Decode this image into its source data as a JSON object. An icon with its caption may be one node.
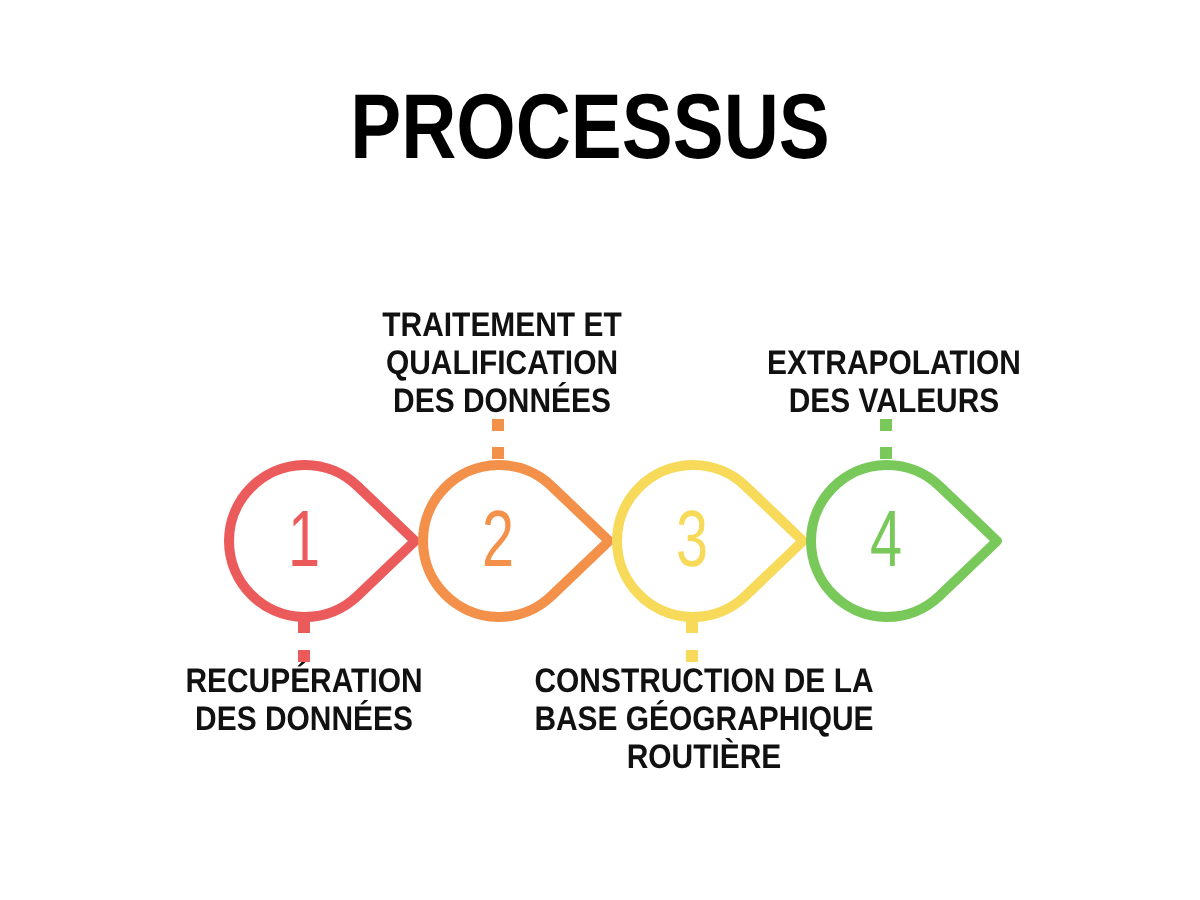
{
  "diagram": {
    "title": "PROCESSUS",
    "nodes": [
      {
        "text": [
          "1"
        ]
      },
      {
        "text": [
          "RECUPÉRATION DES DONNÉES"
        ]
      },
      {
        "text": [
          "2"
        ]
      },
      {
        "text": [
          "TRAITEMENT ET QUALIFICATION DES DONNÉES"
        ]
      },
      {
        "text": [
          "3"
        ]
      },
      {
        "text": [
          "CONSTRUCTION DE LA BASE GÉOGRAPHIQUE ROUTIÈRE"
        ]
      },
      {
        "text": [
          "4"
        ]
      },
      {
        "text": [
          "EXTRAPOLATION DES VALEURS"
        ]
      }
    ],
    "edges": [
      {
        "from": 1,
        "to": 0,
        "arrow": "none",
        "style": "dashed",
        "color": "#ec5b5b"
      },
      {
        "from": 3,
        "to": 2,
        "arrow": "none",
        "style": "dashed",
        "color": "#f3914a"
      },
      {
        "from": 5,
        "to": 4,
        "arrow": "none",
        "style": "dashed",
        "color": "#f8da5a"
      },
      {
        "from": 7,
        "to": 6,
        "arrow": "none",
        "style": "dashed",
        "color": "#79c95a"
      }
    ]
  }
}
